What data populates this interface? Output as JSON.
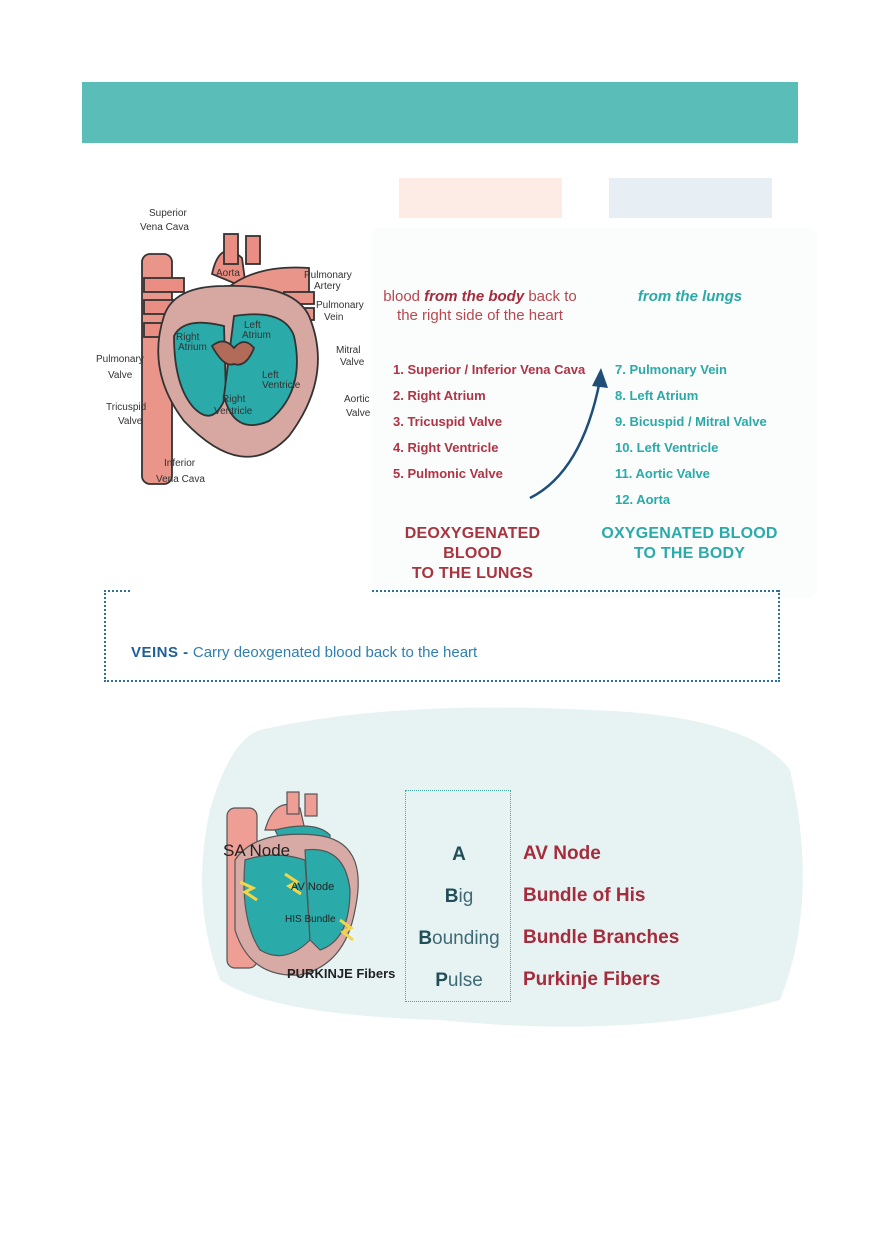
{
  "flow": {
    "intro_left": {
      "pre": "blood ",
      "emph": "from the body",
      "post": " back to the right side of the heart"
    },
    "intro_right": "from the lungs",
    "left_steps": [
      "1. Superior / Inferior Vena Cava",
      "2. Right Atrium",
      "3. Tricuspid Valve",
      "4. Right Ventricle",
      "5. Pulmonic Valve"
    ],
    "right_steps": [
      "7. Pulmonary Vein",
      "8. Left Atrium",
      "9. Bicuspid / Mitral Valve",
      "10. Left Ventricle",
      "11. Aortic Valve",
      "12. Aorta"
    ],
    "footer_left": [
      "DEOXYGENATED BLOOD",
      "TO THE LUNGS"
    ],
    "footer_right": [
      "OXYGENATED BLOOD",
      "TO THE BODY"
    ]
  },
  "diagram": {
    "labels": [
      "Superior",
      "Vena Cava",
      "Aorta",
      "Pulmonary",
      "Artery",
      "Pulmonary",
      "Vein",
      "Right",
      "Atrium",
      "Left",
      "Atrium",
      "Mitral",
      "Valve",
      "Pulmonary",
      "Valve",
      "Left",
      "Ventricle",
      "Aortic",
      "Valve",
      "Right",
      "Ventricle",
      "Tricuspid",
      "Valve",
      "Inferior",
      "Vena Cava"
    ]
  },
  "vessels": {
    "veins_label": "VEINS -",
    "veins_text": " Carry deoxgenated blood back to the heart"
  },
  "conduction": {
    "diagram_labels": [
      "SA Node",
      "AV Node",
      "HIS Bundle",
      "PURKINJE Fibers"
    ],
    "mnemonic": [
      {
        "first": "A",
        "rest": ""
      },
      {
        "first": "B",
        "rest": "ig"
      },
      {
        "first": "B",
        "rest": "ounding"
      },
      {
        "first": "P",
        "rest": "ulse"
      }
    ],
    "structures": [
      "AV Node",
      "Bundle of His",
      "Bundle Branches",
      "Purkinje Fibers"
    ]
  },
  "colors": {
    "banner": "#5bbdb8",
    "deoxygenated": "#a52c3c",
    "oxygenated": "#2aaaa8",
    "veins": "#2f7fb0"
  }
}
